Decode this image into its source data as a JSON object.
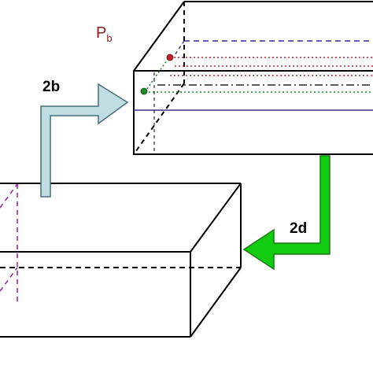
{
  "labels": {
    "top_point": "P",
    "top_point_sub": "b",
    "arrow_up": "2b",
    "arrow_down": "2d"
  },
  "colors": {
    "outline": "#000000",
    "purple_dash": "#3B2A8C",
    "red_dot": "#C0202A",
    "green_dot": "#1E8A2E",
    "dashdot": "#222222",
    "solid_blue": "#3A2E8A",
    "magenta_dash": "#9B2A9B",
    "arrow_blue_fill": "#BFDDE2",
    "arrow_blue_stroke": "#4A6E78",
    "arrow_green_fill": "#11CC11",
    "arrow_green_stroke": "#1A7A1A",
    "label_red": "#8B1A1A"
  }
}
